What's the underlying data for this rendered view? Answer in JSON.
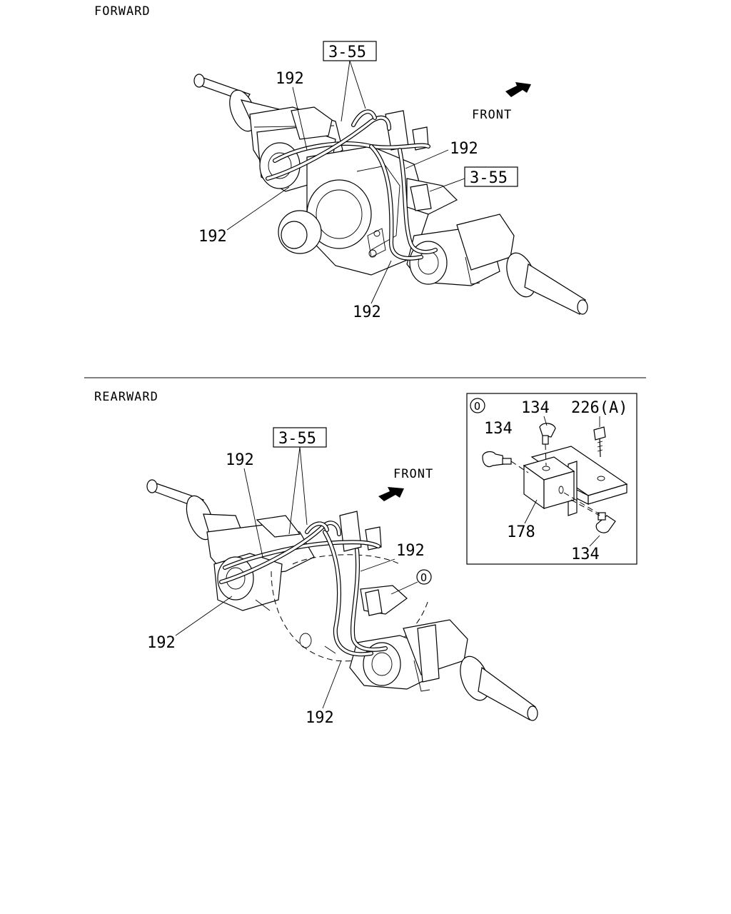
{
  "sections": {
    "forward": {
      "title": "FORWARD",
      "front_label": "FRONT",
      "refs": [
        "3-55",
        "3-55"
      ],
      "callouts": [
        "192",
        "192",
        "192",
        "192"
      ]
    },
    "rearward": {
      "title": "REARWARD",
      "front_label": "FRONT",
      "refs": [
        "3-55"
      ],
      "callouts": [
        "192",
        "192",
        "192",
        "192"
      ],
      "detail_marker": "O"
    }
  },
  "detail": {
    "marker": "O",
    "parts": [
      "134",
      "134",
      "226(A)",
      "178",
      "134"
    ]
  },
  "icons": [
    "arrow-icon",
    "axle-assembly",
    "bracket-detail"
  ]
}
